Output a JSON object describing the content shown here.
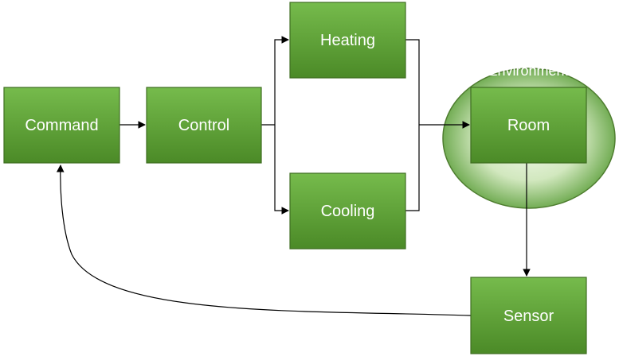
{
  "nodes": {
    "command": "Command",
    "control": "Control",
    "heating": "Heating",
    "cooling": "Cooling",
    "room": "Room",
    "sensor": "Sensor"
  },
  "environment": {
    "label": "Environment"
  },
  "colors": {
    "box_fill_top": "#73b84a",
    "box_fill_bottom": "#4e8c2a",
    "box_stroke": "#3f6e22",
    "env_fill_center": "#e9f3de",
    "env_fill_edge": "#6aa84f",
    "env_stroke": "#4e7d2f",
    "line": "#000000"
  }
}
